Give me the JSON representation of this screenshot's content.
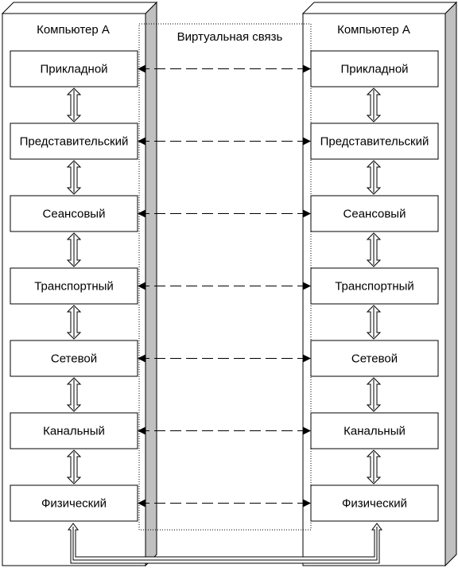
{
  "computers": [
    {
      "title": "Компьютер А"
    },
    {
      "title": "Компьютер А"
    }
  ],
  "virtual_link": {
    "label": "Виртуальная связь"
  },
  "layers": [
    {
      "name": "Прикладной"
    },
    {
      "name": "Представительский"
    },
    {
      "name": "Сеансовый"
    },
    {
      "name": "Транспортный"
    },
    {
      "name": "Сетевой"
    },
    {
      "name": "Канальный"
    },
    {
      "name": "Физический"
    }
  ],
  "colors": {
    "line": "#000000",
    "shadow": "#c0c0c0",
    "background": "#ffffff"
  }
}
